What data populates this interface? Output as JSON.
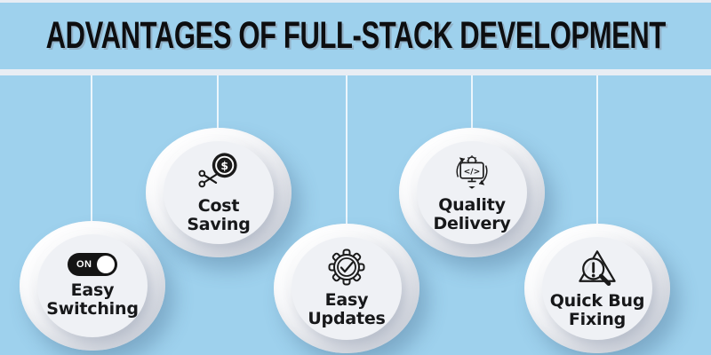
{
  "title": "ADVANTAGES OF FULL-STACK DEVELOPMENT",
  "colors": {
    "background": "#9ed1ed",
    "divider_band": "#e8edf4",
    "title_ink": "#0d0e10",
    "badge_face": "#eff1f5",
    "badge_ring_light": "#ffffff",
    "badge_ring_dark": "#d7dae2",
    "icon_ink": "#1a1a1a",
    "toggle_fill": "#141414"
  },
  "badges": [
    {
      "id": "easy-switching",
      "icon": "toggle-on-icon",
      "toggle_label": "ON",
      "label_line1": "Easy",
      "label_line2": "Switching"
    },
    {
      "id": "cost-saving",
      "icon": "coin-scissors-icon",
      "coin_symbol": "$",
      "label_line1": "Cost",
      "label_line2": "Saving"
    },
    {
      "id": "easy-updates",
      "icon": "gear-check-icon",
      "label_line1": "Easy",
      "label_line2": "Updates"
    },
    {
      "id": "quality-delivery",
      "icon": "code-window-sync-icon",
      "code_symbol": "</>",
      "label_line1": "Quality",
      "label_line2": "Delivery"
    },
    {
      "id": "quick-bug-fixing",
      "icon": "warning-magnifier-icon",
      "label_line1": "Quick Bug",
      "label_line2": "Fixing"
    }
  ]
}
